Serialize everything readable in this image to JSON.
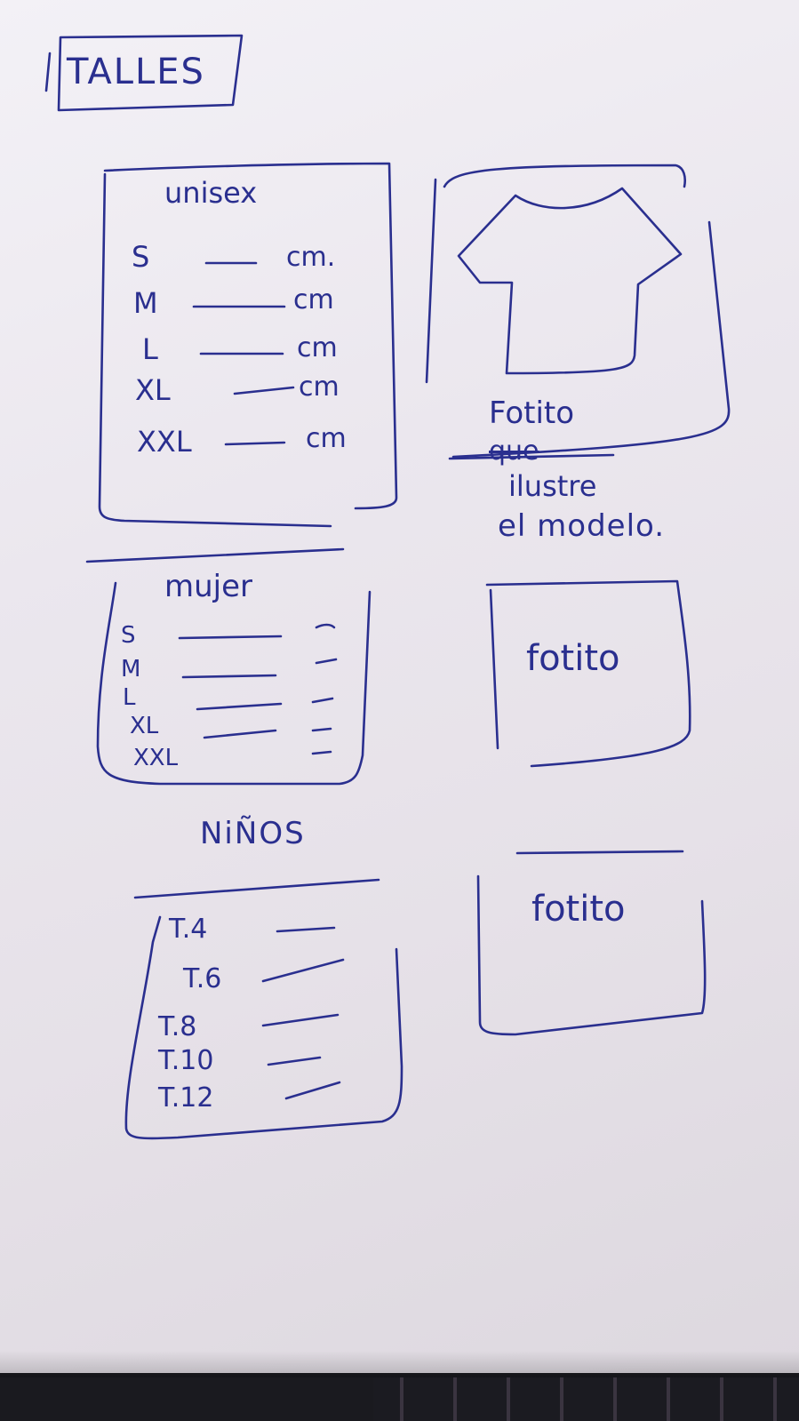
{
  "title": "TALLES",
  "unisex": {
    "heading": "unisex",
    "rows": [
      {
        "size": "S",
        "unit": "cm."
      },
      {
        "size": "M",
        "unit": "cm"
      },
      {
        "size": "L",
        "unit": "cm"
      },
      {
        "size": "XL",
        "unit": "cm"
      },
      {
        "size": "XXL",
        "unit": "cm"
      }
    ]
  },
  "unisex_photo": {
    "caption_line1": "Fotito",
    "caption_line2": "que",
    "caption_line3": "ilustre",
    "caption_line4": "el modelo."
  },
  "mujer": {
    "heading": "mujer",
    "rows": [
      {
        "size": "S"
      },
      {
        "size": "M"
      },
      {
        "size": "L"
      },
      {
        "size": "XL"
      },
      {
        "size": "XXL"
      }
    ]
  },
  "mujer_photo": {
    "label": "fotito"
  },
  "ninos": {
    "heading": "NiÑOS",
    "rows": [
      {
        "size": "T.4"
      },
      {
        "size": "T.6"
      },
      {
        "size": "T.8"
      },
      {
        "size": "T.10"
      },
      {
        "size": "T.12"
      }
    ]
  },
  "ninos_photo": {
    "label": "fotito"
  },
  "colors": {
    "ink": "#2a2f8f",
    "paper": "#ece8ef"
  }
}
